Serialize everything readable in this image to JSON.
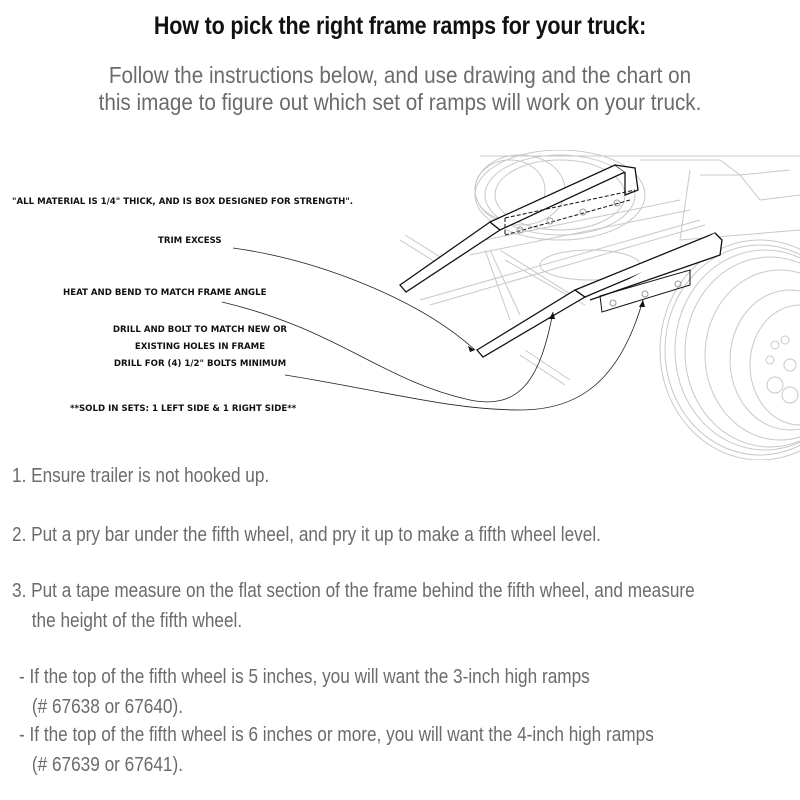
{
  "header": {
    "title": "How to pick the right frame ramps for your truck:",
    "subtitle_line1": "Follow the instructions below, and use drawing and the chart on",
    "subtitle_line2": "this image to figure out which set of ramps will work on your truck."
  },
  "diagram": {
    "callouts": {
      "material": "\"ALL MATERIAL IS 1/4\" THICK, AND IS BOX DESIGNED FOR STRENGTH\".",
      "trim": "TRIM EXCESS",
      "heat": "HEAT AND BEND TO MATCH FRAME ANGLE",
      "drill_line1": "DRILL AND BOLT TO MATCH NEW OR",
      "drill_line2": "EXISTING HOLES IN FRAME",
      "drill_line3": "DRILL FOR (4) 1/2\" BOLTS MINIMUM",
      "sold": "**SOLD IN SETS: 1 LEFT SIDE & 1 RIGHT SIDE**"
    }
  },
  "instructions": {
    "step1": "1. Ensure trailer is not hooked up.",
    "step2": "2. Put a pry bar under the fifth wheel, and pry it up to make a fifth wheel level.",
    "step3_line1": "3. Put a tape measure on the flat section of the frame behind the fifth wheel, and measure",
    "step3_line2": "the height of the fifth wheel.",
    "option1_line1": "- If the top of the fifth wheel is 5 inches, you will want the 3-inch high ramps",
    "option1_line2": "(# 67638 or 67640).",
    "option2_line1": "- If the top of the fifth wheel is 6 inches or more, you will want the 4-inch high ramps",
    "option2_line2": "(# 67639 or 67641)."
  }
}
